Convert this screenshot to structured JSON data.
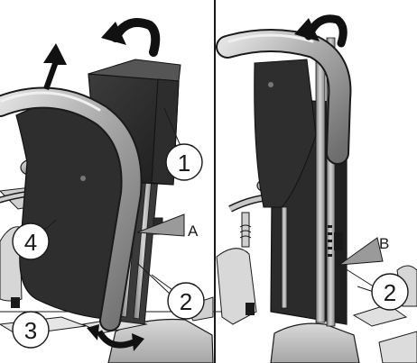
{
  "callouts": {
    "one": "1",
    "two_left": "2",
    "two_right": "2",
    "three": "3",
    "four": "4"
  },
  "letters": {
    "a": "A",
    "b": "B"
  },
  "icons": {
    "move_arrow": "straight-arrow-icon",
    "rotate_arrow": "curved-arrow-icon"
  },
  "colors": {
    "background": "#ffffff",
    "line": "#1a1a1a",
    "seat_dark": "#2b2b2b",
    "seat_mid": "#4a4a4a",
    "tube_light": "#b9b9b9",
    "tube_mid": "#8f8f8f",
    "pointer_gray": "#9a9a9a"
  }
}
